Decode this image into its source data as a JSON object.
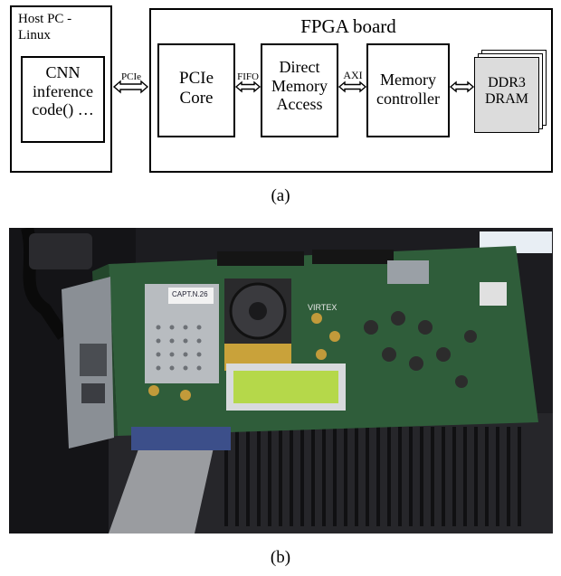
{
  "diagram": {
    "host": {
      "title_line1": "Host PC -",
      "title_line2": "Linux",
      "cnn_line1": "CNN",
      "cnn_line2": "inference",
      "cnn_line3": "code() …"
    },
    "fpga": {
      "title": "FPGA board"
    },
    "blocks": {
      "pcie_core": {
        "line1": "PCIe",
        "line2": "Core"
      },
      "dma": {
        "line1": "Direct",
        "line2": "Memory",
        "line3": "Access"
      },
      "memctl": {
        "line1": "Memory",
        "line2": "controller"
      },
      "ddr3": {
        "line1": "DDR3",
        "line2": "DRAM"
      }
    },
    "links": {
      "pcie": "PCIe",
      "fifo": "FIFO",
      "axi": "AXI"
    }
  },
  "photo": {
    "lcd_text": "",
    "chip_label": "VIRTEX",
    "sticker_text": "CAPT.N.26"
  },
  "captions": {
    "a": "(a)",
    "b": "(b)"
  },
  "colors": {
    "pcb_green": "#2f5d3a",
    "lcd_green": "#b5d84a",
    "desk": "#1b1b1e"
  }
}
